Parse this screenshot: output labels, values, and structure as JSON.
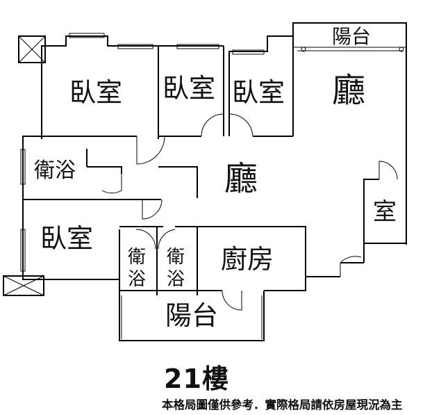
{
  "rooms": {
    "bedroom_nw": "臥室",
    "bedroom_north_1": "臥室",
    "bedroom_north_2": "臥室",
    "bedroom_sw": "臥室",
    "living_ne": "廳",
    "living_center": "廳",
    "room_east": "室",
    "bath_west": "衛浴",
    "bath_small_1_top": "衛",
    "bath_small_1_bottom": "浴",
    "bath_small_2_top": "衛",
    "bath_small_2_bottom": "浴",
    "kitchen": "廚房",
    "balcony_north": "陽台",
    "balcony_south": "陽台"
  },
  "floor_label": "21樓",
  "disclaimer": "本格局圖僅供參考．實際格局請依房屋現況為主"
}
